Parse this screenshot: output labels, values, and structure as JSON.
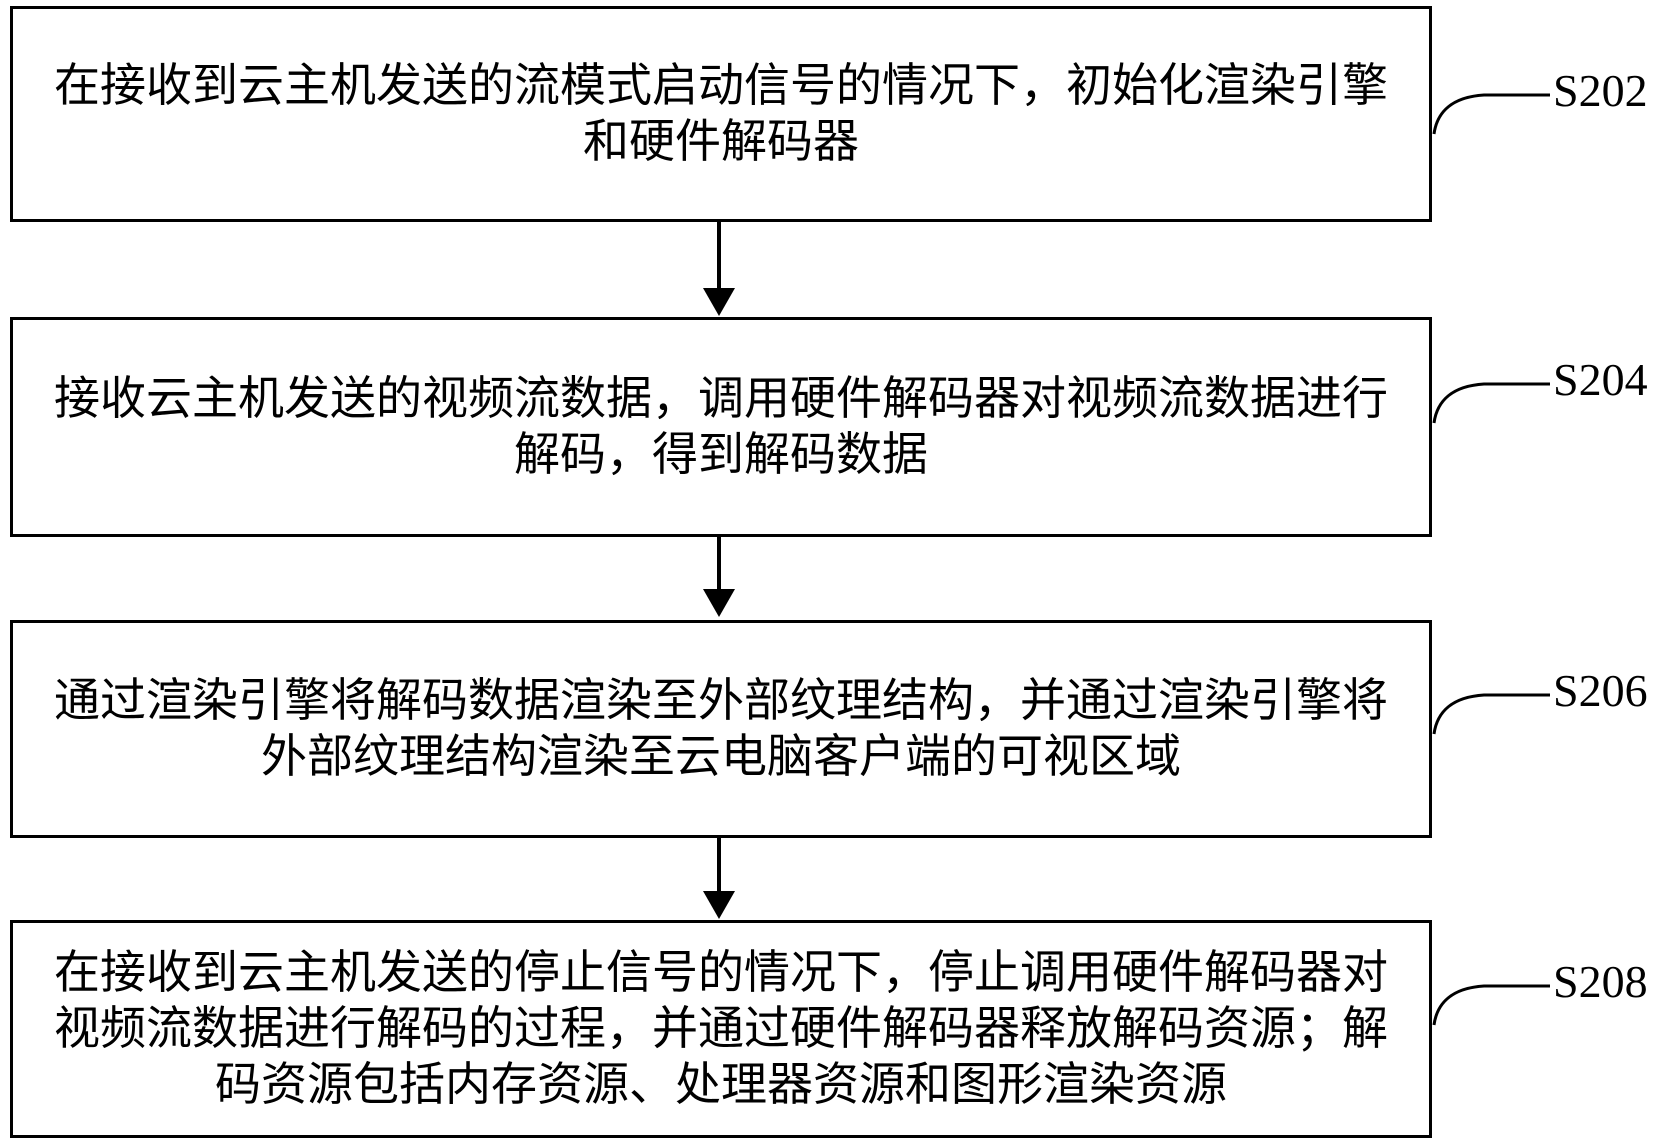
{
  "figure": {
    "background_color": "#ffffff",
    "line_color": "#000000",
    "steps": [
      {
        "id": "S202",
        "lines": [
          "在接收到云主机发送的流模式启动信号的情况下，初始化渲染引擎",
          "和硬件解码器"
        ]
      },
      {
        "id": "S204",
        "lines": [
          "接收云主机发送的视频流数据，调用硬件解码器对视频流数据进行",
          "解码，得到解码数据"
        ]
      },
      {
        "id": "S206",
        "lines": [
          "通过渲染引擎将解码数据渲染至外部纹理结构，并通过渲染引擎将",
          "外部纹理结构渲染至云电脑客户端的可视区域"
        ]
      },
      {
        "id": "S208",
        "lines": [
          "在接收到云主机发送的停止信号的情况下，停止调用硬件解码器对",
          "视频流数据进行解码的过程，并通过硬件解码器释放解码资源；解",
          "码资源包括内存资源、处理器资源和图形渲染资源"
        ]
      }
    ]
  }
}
